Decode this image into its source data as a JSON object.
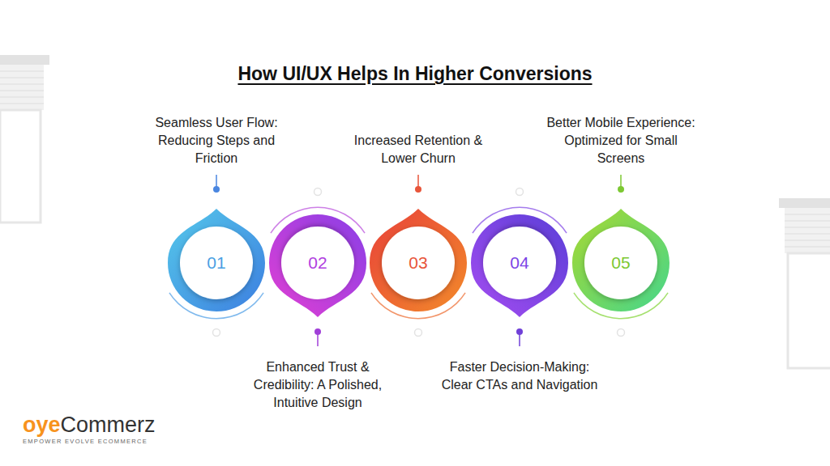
{
  "diagram": {
    "title": "How UI/UX Helps In Higher Conversions",
    "nodes": [
      {
        "text": [
          "01",
          "Seamless User Flow: Reducing Steps and Friction"
        ]
      },
      {
        "text": [
          "02",
          "Enhanced Trust & Credibility: A Polished, Intuitive Design"
        ]
      },
      {
        "text": [
          "03",
          "Increased Retention & Lower Churn"
        ]
      },
      {
        "text": [
          "04",
          "Faster Decision-Making: Clear CTAs and Navigation"
        ]
      },
      {
        "text": [
          "05",
          "Better Mobile Experience: Optimized for Small Screens"
        ]
      }
    ],
    "labels": [
      "oye",
      "Commerz",
      "EMPOWER EVOLVE ECOMMERCE"
    ]
  }
}
